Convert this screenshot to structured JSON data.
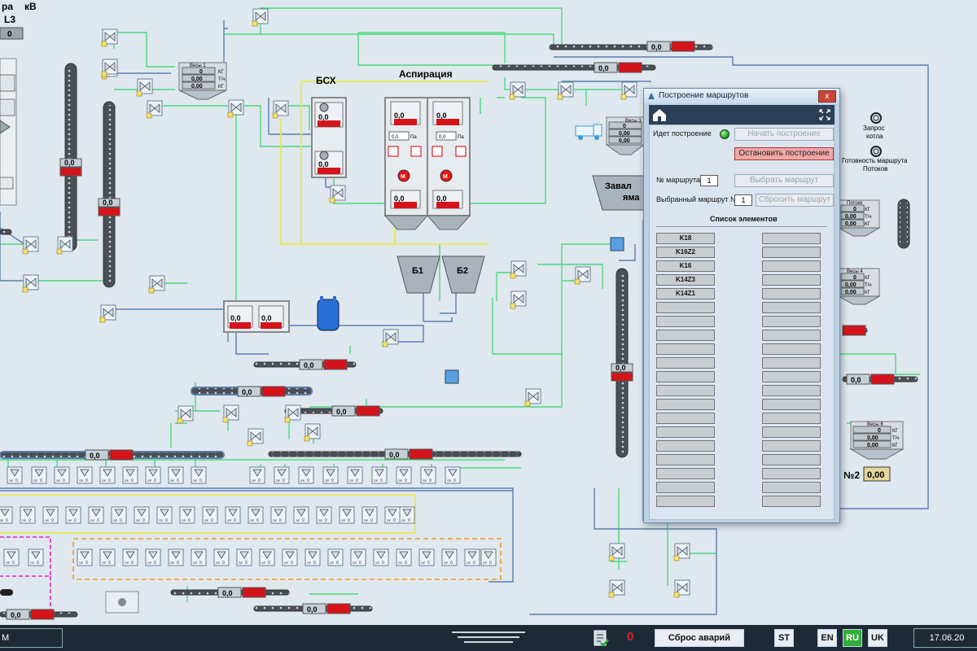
{
  "header": {
    "frag1": "ра",
    "frag2": "кВ",
    "frag3": "L3",
    "value": "0"
  },
  "sections": {
    "bsx": "БСХ",
    "aspiration": "Аспирация",
    "b1": "Б1",
    "b2": "Б2",
    "pit": "Завал",
    "pit2": "яма",
    "no2": "№2"
  },
  "scales": [
    {
      "title": "Весы 1",
      "rows": [
        {
          "v": "0",
          "u": "КГ"
        },
        {
          "v": "0,00",
          "u": "Т/ч"
        },
        {
          "v": "0,00",
          "u": "КГ"
        }
      ]
    },
    {
      "title": "Весы 3",
      "rows": [
        {
          "v": "0",
          "u": ""
        },
        {
          "v": "0,00",
          "u": ""
        },
        {
          "v": "0,00",
          "u": ""
        }
      ]
    },
    {
      "title": "Потоки",
      "rows": [
        {
          "v": "0",
          "u": "КГ"
        },
        {
          "v": "0,00",
          "u": "Т/ч"
        },
        {
          "v": "0,00",
          "u": "КГ"
        }
      ]
    },
    {
      "title": "Весы 4",
      "rows": [
        {
          "v": "0",
          "u": "КГ"
        },
        {
          "v": "0,00",
          "u": "Т/ч"
        },
        {
          "v": "0,00",
          "u": "КГ"
        }
      ]
    },
    {
      "title": "Весы 6",
      "rows": [
        {
          "v": "0",
          "u": "КГ"
        },
        {
          "v": "0,00",
          "u": "Т/ч"
        },
        {
          "v": "0,00",
          "u": "КГ"
        }
      ]
    }
  ],
  "readouts": {
    "zero": "0,0",
    "zero2": "0,00",
    "pa": "0,0",
    "pa_unit": "Па"
  },
  "indicators": {
    "request": "Запрос",
    "request2": "котла",
    "ready": "Готовность маршрута",
    "ready2": "Потоков"
  },
  "dialog": {
    "title": "Построение маршрутов",
    "close": "x",
    "building_label": "Идет построение",
    "start_btn": "Начать построение",
    "stop_btn": "Остановить построение",
    "route_no_label": "№ маршрута",
    "route_no": "1",
    "select_btn": "Выбрать маршрут",
    "selected_label": "Выбранный маршрут №",
    "selected_no": "1",
    "reset_btn": "Сбросить маршрут",
    "list_title": "Список элементов",
    "left_items": [
      "K18",
      "K16Z2",
      "K16",
      "K14Z3",
      "K14Z1",
      "",
      "",
      "",
      "",
      "",
      "",
      "",
      "",
      "",
      "",
      "",
      "",
      "",
      "",
      ""
    ],
    "right_items": [
      "",
      "",
      "",
      "",
      "",
      "",
      "",
      "",
      "",
      "",
      "",
      "",
      "",
      "",
      "",
      "",
      "",
      "",
      "",
      ""
    ]
  },
  "statusbar": {
    "left": "М",
    "alarm_count": "0",
    "reset": "Сброс аварий",
    "st": "ST",
    "en": "EN",
    "ru": "RU",
    "uk": "UK",
    "date": "17.06.20"
  },
  "colors": {
    "bg": "#dfe7ef",
    "green": "#4cd97b",
    "blue": "#5a7fb0",
    "yellow": "#f0e93a",
    "red": "#d4141a",
    "orange": "#f39a1f",
    "magenta": "#e020d0"
  }
}
